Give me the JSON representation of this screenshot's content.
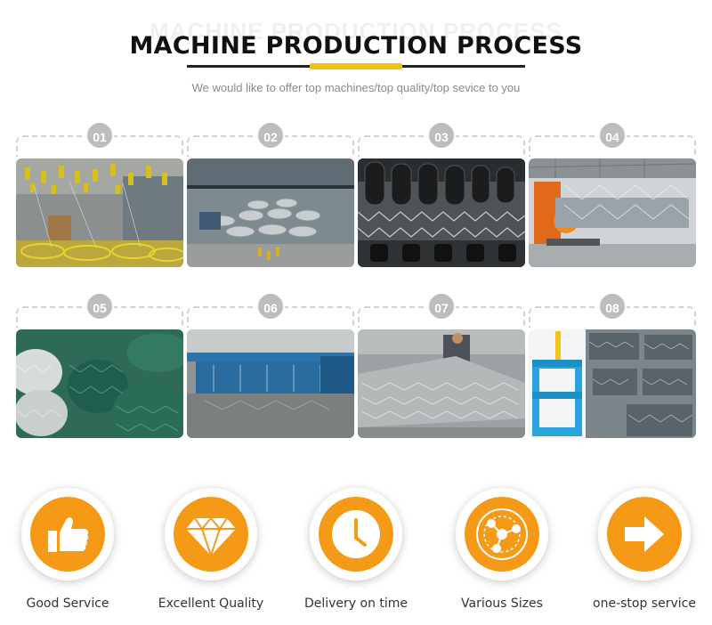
{
  "header": {
    "title": "MACHINE PRODUCTION PROCESS",
    "subtitle": "We would like to offer top machines/top quality/top sevice to you",
    "accent_color": "#f3c20f"
  },
  "steps": [
    {
      "number": "01",
      "image": "overhead-wire-spools-photo"
    },
    {
      "number": "02",
      "image": "wire-coil-feeding-rack-photo"
    },
    {
      "number": "03",
      "image": "twisting-rollers-closeup-photo"
    },
    {
      "number": "04",
      "image": "mesh-weaving-machine-photo"
    },
    {
      "number": "05",
      "image": "green-hexagonal-mesh-rolls-photo"
    },
    {
      "number": "06",
      "image": "blue-production-machine-photo"
    },
    {
      "number": "07",
      "image": "gabion-mesh-production-line-photo"
    },
    {
      "number": "08",
      "image": "baling-press-and-gabion-boxes-photo"
    }
  ],
  "features": [
    {
      "label": "Good Service",
      "icon": "thumbs-up-icon"
    },
    {
      "label": "Excellent Quality",
      "icon": "diamond-icon"
    },
    {
      "label": "Delivery on time",
      "icon": "clock-icon"
    },
    {
      "label": "Various Sizes",
      "icon": "network-circle-icon"
    },
    {
      "label": "one-stop service",
      "icon": "arrow-right-icon"
    }
  ],
  "colors": {
    "feature_orange": "#f59a17",
    "badge_gray": "#bdbdbd"
  }
}
